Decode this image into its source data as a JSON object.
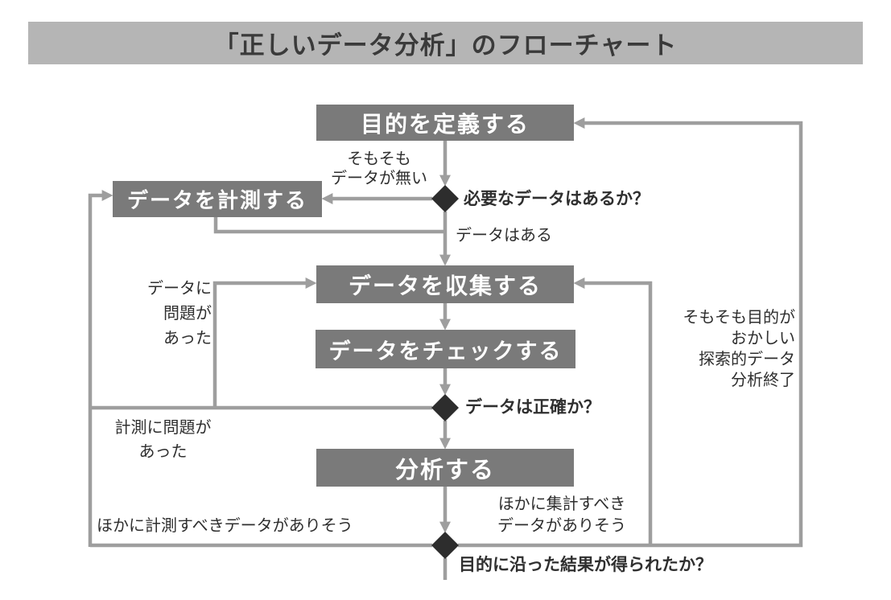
{
  "title": "「正しいデータ分析」のフローチャート",
  "flowchart": {
    "nodes": {
      "define": "目的を定義する",
      "measure": "データを計測する",
      "collect": "データを収集する",
      "check": "データをチェックする",
      "analyze": "分析する"
    },
    "decisions": {
      "has_data": "必要なデータはあるか？",
      "is_accurate": "データは正確か？",
      "met_purpose": "目的に沿った結果が得られたか？"
    },
    "edge_labels": {
      "no_data": "そもそも\nデータが無い",
      "data_exists": "データはある",
      "data_problem": "データに\n問題が\nあった",
      "measurement_problem": "計測に問題が\nあった",
      "more_to_measure": "ほかに計測すべきデータがありそう",
      "more_to_aggregate": "ほかに集計すべき\nデータがありそう",
      "wrong_purpose": "そもそも目的が\nおかしい\n探索的データ\n分析終了"
    }
  },
  "colors": {
    "banner-bg": "#b5b5b5",
    "banner-text": "#3a3a3a",
    "box-bg": "#7a7a7a",
    "box-text": "#ffffff",
    "line": "#9e9e9e",
    "diamond": "#2d2d2d",
    "label-text": "#2f2f2f",
    "page-bg": "#ffffff"
  }
}
